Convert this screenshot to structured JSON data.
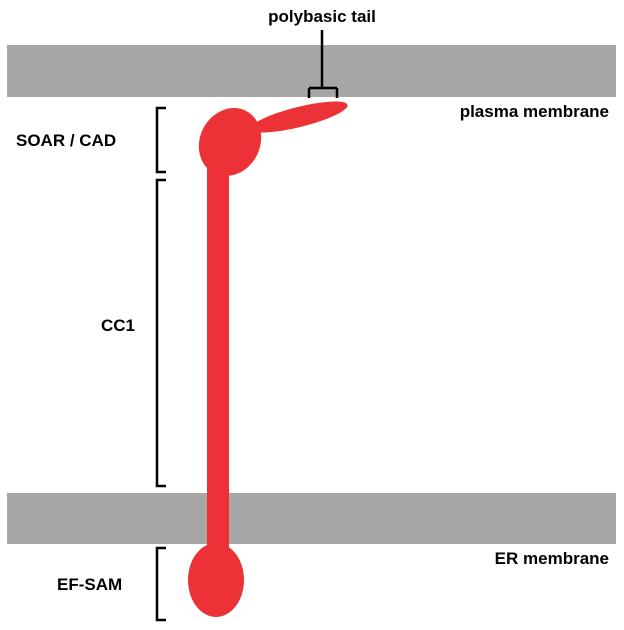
{
  "labels": {
    "polybasic_tail": "polybasic tail",
    "plasma_membrane": "plasma membrane",
    "soar_cad": "SOAR / CAD",
    "cc1": "CC1",
    "er_membrane": "ER membrane",
    "ef_sam": "EF-SAM"
  },
  "colors": {
    "membrane": "#a6a7a6",
    "protein": "#ec3237",
    "text": "#000000",
    "bracket": "#000000"
  }
}
